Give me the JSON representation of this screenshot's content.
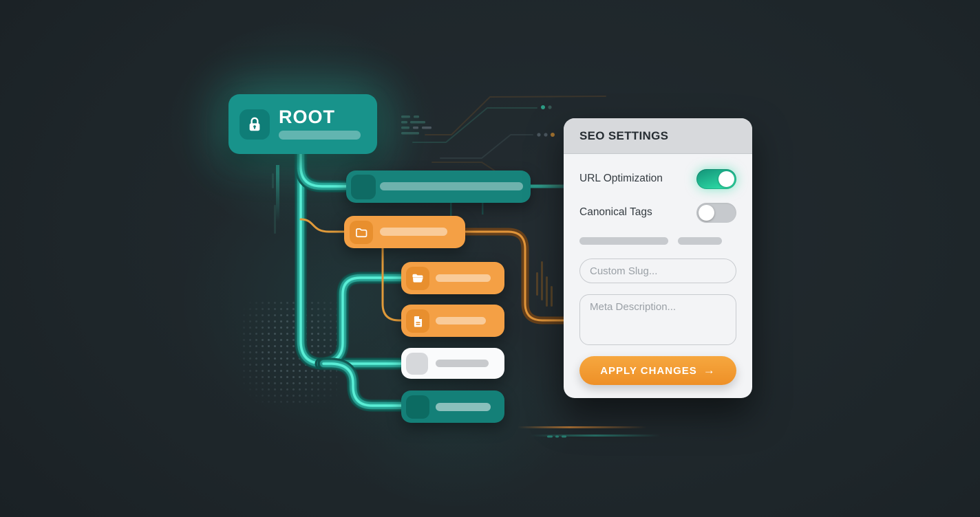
{
  "tree": {
    "root_node": {
      "label": "ROOT",
      "icon": "lock",
      "color": "#18938b"
    },
    "child_nodes": [
      {
        "id": "teal-page-node",
        "icon": "square-placeholder",
        "color": "teal",
        "content": "skeleton-bar"
      },
      {
        "id": "orange-folder-node",
        "icon": "folder-closed",
        "color": "orange",
        "content": "skeleton-bar"
      },
      {
        "id": "orange-folder-open-node",
        "icon": "folder-open",
        "color": "orange",
        "content": "skeleton-bar"
      },
      {
        "id": "orange-document-node",
        "icon": "document",
        "color": "orange",
        "content": "skeleton-bar"
      },
      {
        "id": "white-page-node",
        "icon": "square-placeholder",
        "color": "white",
        "content": "skeleton-bar"
      },
      {
        "id": "teal-page-node-2",
        "icon": "square-placeholder",
        "color": "teal",
        "content": "skeleton-bar"
      }
    ]
  },
  "panel": {
    "title": "SEO SETTINGS",
    "toggles": [
      {
        "label": "URL Optimization",
        "state": "on"
      },
      {
        "label": "Canonical Tags",
        "state": "off"
      }
    ],
    "inputs": {
      "slug": {
        "placeholder": "Custom Slug..."
      },
      "meta": {
        "placeholder": "Meta Description..."
      }
    },
    "apply_button": {
      "label": "APPLY CHANGES",
      "arrow": "→"
    }
  },
  "colors": {
    "background": "#1e262a",
    "teal_node": "#17837b",
    "teal_connector_bright": "#3fe6cb",
    "orange_node": "#f4a045",
    "panel_header": "#d7d9dc",
    "panel_body": "#f3f4f6",
    "button_orange": "#f09a31",
    "toggle_on": "#23cf9c",
    "toggle_off": "#c6c9cd"
  }
}
